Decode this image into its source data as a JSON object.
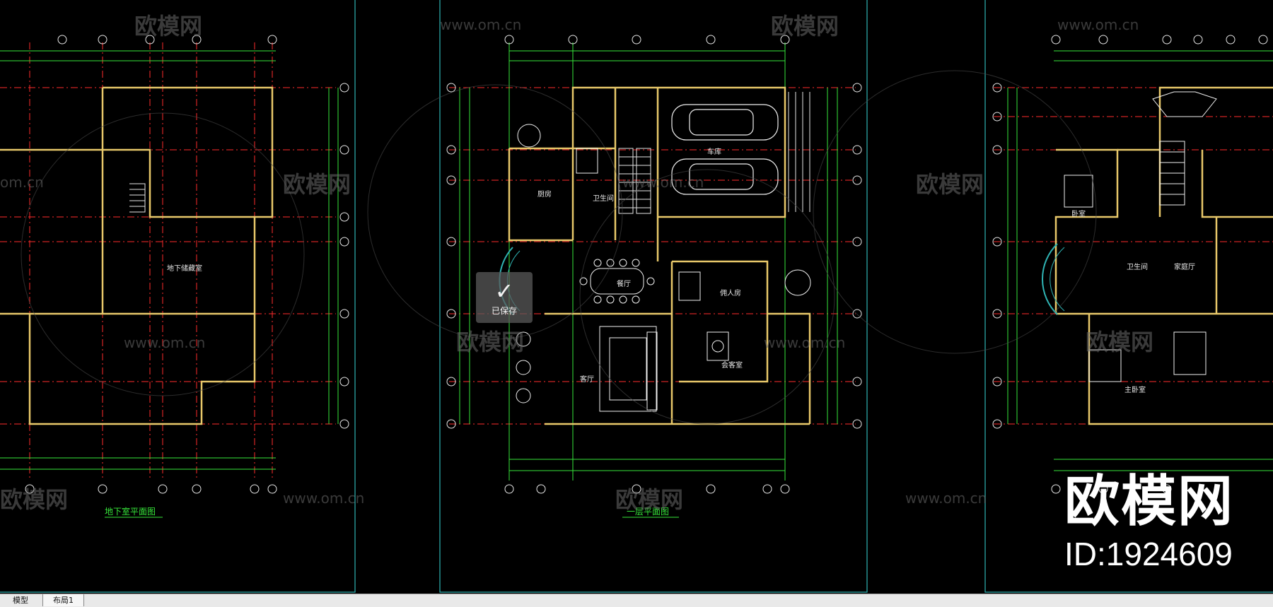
{
  "watermark": {
    "brand": "欧模网",
    "url": "www.om.cn",
    "url_partial": "om.cn"
  },
  "plans": {
    "basement_title": "地下室平面图",
    "first_floor_title": "一层平面图",
    "basement_room": "地下储藏室",
    "rooms_first": [
      "车库",
      "厨房",
      "餐厅",
      "客厅",
      "佣人房",
      "会客室",
      "卫生间"
    ],
    "rooms_second": [
      "卧室",
      "主卧室",
      "卫生间",
      "家庭厅"
    ]
  },
  "toast": {
    "label": "已保存",
    "icon": "check-icon"
  },
  "logo": {
    "brand": "欧模网",
    "id": "ID:1924609"
  },
  "tabs": [
    {
      "label": "模型"
    },
    {
      "label": "布局1"
    }
  ],
  "colors": {
    "background": "#000000",
    "wall": "#e8c86a",
    "grid_axis": "#ff2b2b",
    "dimension": "#36e63a",
    "furniture": "#f0f0f0",
    "frame": "#2fb3b3"
  }
}
